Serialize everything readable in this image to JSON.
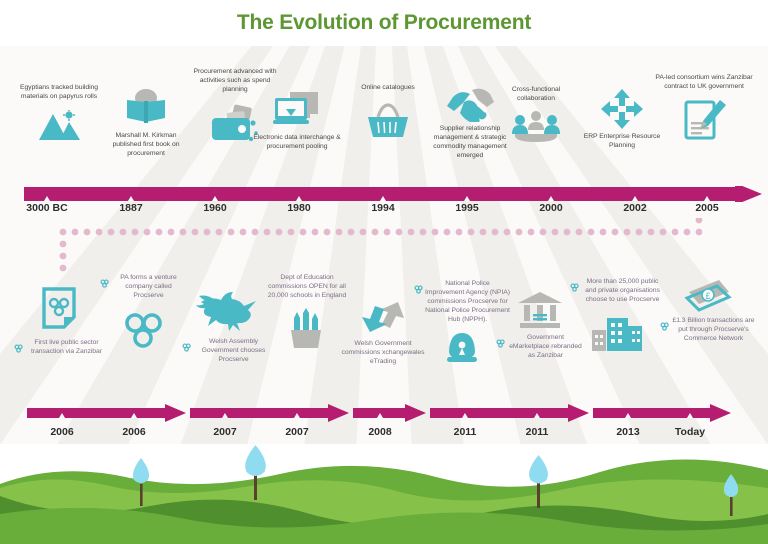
{
  "header": {
    "title": "The Evolution of Procurement"
  },
  "colors": {
    "title_green": "#5d9732",
    "timeline_magenta": "#b51d70",
    "icon_teal": "#4ab9c6",
    "icon_grey": "#b7b7b3",
    "top_text": "#4a4a48",
    "bottom_text": "#7b6f86",
    "dot_pink": "#e3b9cd",
    "hill_dark_green": "#4f8f2e",
    "hill_mid_green": "#69ad3a",
    "hill_light_green": "#86c24a",
    "tree_blue": "#8fdcf0",
    "trunk_brown": "#5b4030",
    "background": "#fbfaf8"
  },
  "timeline_top": {
    "years": [
      "3000 BC",
      "1887",
      "1960",
      "1980",
      "1994",
      "1995",
      "2000",
      "2002",
      "2005"
    ],
    "events": [
      {
        "year": "3000 BC",
        "text": "Egyptians tracked building materials on papyrus rolls",
        "icon": "pyramids-icon",
        "text_position": "above"
      },
      {
        "year": "1887",
        "text": "Marshall M. Kirkman published first book on procurement",
        "icon": "open-book-icon",
        "text_position": "below"
      },
      {
        "year": "1960",
        "text": "Procurement advanced with activities such as spend planning",
        "icon": "wallet-money-icon",
        "text_position": "above"
      },
      {
        "year": "1980",
        "text": "Electronic data interchange & procurement pooling",
        "icon": "computer-download-icon",
        "text_position": "below"
      },
      {
        "year": "1994",
        "text": "Online catalogues",
        "icon": "shopping-basket-icon",
        "text_position": "above"
      },
      {
        "year": "1995",
        "text": "Supplier relationship management & strategic commodity management emerged",
        "icon": "handshake-icon",
        "text_position": "below"
      },
      {
        "year": "2000",
        "text": "Cross-functional collaboration",
        "icon": "team-table-icon",
        "text_position": "above"
      },
      {
        "year": "2002",
        "text": "ERP Enterprise Resource Planning",
        "icon": "four-way-arrows-icon",
        "text_position": "below"
      },
      {
        "year": "2005",
        "text": "PA-led consortium wins Zanzibar contract to UK government",
        "icon": "document-pencil-icon",
        "text_position": "above"
      }
    ]
  },
  "timeline_bottom": {
    "years": [
      "2006",
      "2006",
      "2007",
      "2007",
      "2008",
      "2011",
      "2011",
      "2013",
      "Today"
    ],
    "events": [
      {
        "year": "2006",
        "text": "First live public sector transaction via Zanzibar",
        "icon": "shield-clover-icon",
        "text_position": "below",
        "bullet": true
      },
      {
        "year": "2006",
        "text": "PA forms a venture company called Procserve",
        "icon": "clover-icon",
        "text_position": "above",
        "bullet": true
      },
      {
        "year": "2007",
        "text": "Welsh Assembly Government chooses Procserve",
        "icon": "welsh-dragon-icon",
        "text_position": "below",
        "bullet": true
      },
      {
        "year": "2007",
        "text": "Dept of Education commissions OPEN for all 20,000 schools in England",
        "icon": "pencil-pot-icon",
        "text_position": "above",
        "bullet": false
      },
      {
        "year": "2008",
        "text": "Welsh Government commissions xchangewales eTrading",
        "icon": "arrow-exchange-icon",
        "text_position": "below",
        "bullet": false
      },
      {
        "year": "2011",
        "text": "National Police Improvement Agency (NPIA) commissions Procserve for National Police Procurement Hub (NPPH).",
        "icon": "police-helmet-icon",
        "text_position": "above",
        "bullet": true
      },
      {
        "year": "2011",
        "text": "Government eMarketplace rebranded as Zanzibar",
        "icon": "government-building-icon",
        "text_position": "below",
        "bullet": true
      },
      {
        "year": "2013",
        "text": "More than 25,000 public and private organisations choose to use Procserve",
        "icon": "city-buildings-icon",
        "text_position": "above",
        "bullet": true
      },
      {
        "year": "Today",
        "text": "£1.3 Billion transactions are put through Procserve's Commerce Network",
        "icon": "banknotes-pound-icon",
        "text_position": "below",
        "bullet": true
      }
    ]
  },
  "landscape": {
    "description": "rolling green hills with stylised blue teardrop trees",
    "tree_count": 4
  }
}
